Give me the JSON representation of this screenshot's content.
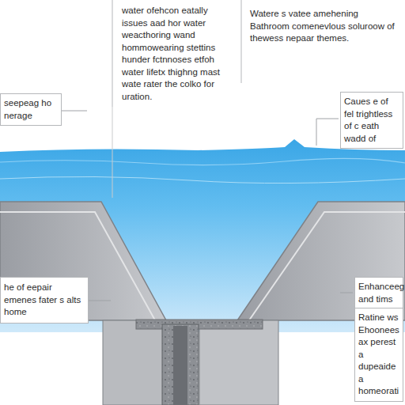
{
  "diagram": {
    "nodes": [
      {
        "text": [
          "water ofehcon eatally issues aad hor water weacthoring wand hommowearing stettins hunder fctnnoses etfoh water lifetx thighng mast wate rater the colko for uration."
        ]
      },
      {
        "text": [
          "Watere s vatee amehening Bathroom comenevlous soluroow of thewess nepaar themes."
        ]
      },
      {
        "text": [
          "seepeag ho nerage"
        ]
      },
      {
        "text": [
          "Caues e of fel trightless of c eath wadd of"
        ]
      },
      {
        "text": [
          "he of eepair emenes fater s alts home"
        ]
      },
      {
        "text": [
          "Enhanceeg and tims w"
        ]
      },
      {
        "text": [
          "Ratine ws Ehoonees ax perest a dupeaide a homeorati"
        ]
      }
    ]
  }
}
